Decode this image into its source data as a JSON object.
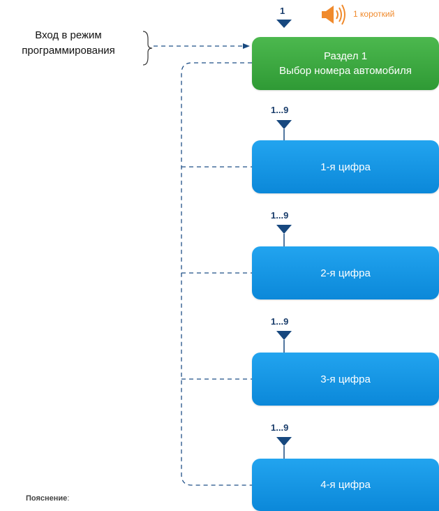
{
  "entry_label": {
    "line1": "Вход в режим",
    "line2": "программирования"
  },
  "start_signal": "1",
  "beep_text": "1 короткий",
  "section": {
    "line1": "Раздел 1",
    "line2": "Выбор номера автомобиля"
  },
  "steps": [
    {
      "range": "1...9",
      "label": "1-я цифра"
    },
    {
      "range": "1...9",
      "label": "2-я цифра"
    },
    {
      "range": "1...9",
      "label": "3-я цифра"
    },
    {
      "range": "1...9",
      "label": "4-я цифра"
    }
  ],
  "note": {
    "label": "Пояснение",
    "suffix": ":"
  },
  "colors": {
    "section": "#3aa63e",
    "step": "#129be6",
    "arrow": "#17487f",
    "dash": "#1f4f86",
    "beep": "#f08a2c"
  }
}
